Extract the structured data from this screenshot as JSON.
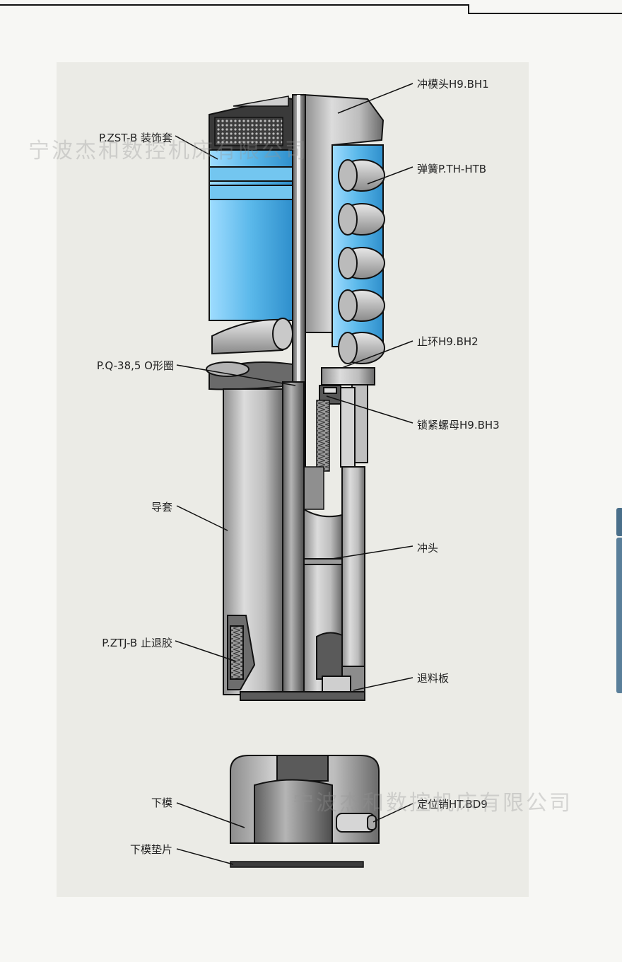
{
  "labels": {
    "punch_head": "冲模头H9.BH1",
    "spring": "弹簧P.TH-HTB",
    "decor_sleeve": "P.ZST-B 装饰套",
    "stop_ring": "止环H9.BH2",
    "o_ring": "P.Q-38,5 O形圈",
    "lock_nut": "锁紧螺母H9.BH3",
    "guide_sleeve": "导套",
    "punch": "冲头",
    "anti_retreat": "P.ZTJ-B 止退胶",
    "stripper": "退料板",
    "lower_die": "下模",
    "locating_pin": "定位销HT.BD9",
    "die_shim": "下模垫片"
  },
  "watermark": "宁波杰和数控机床有限公司",
  "colors": {
    "blue": "#5ab8ea",
    "metal_light": "#d9d9d9",
    "metal_dark": "#6f6f6f",
    "line": "#111111"
  }
}
